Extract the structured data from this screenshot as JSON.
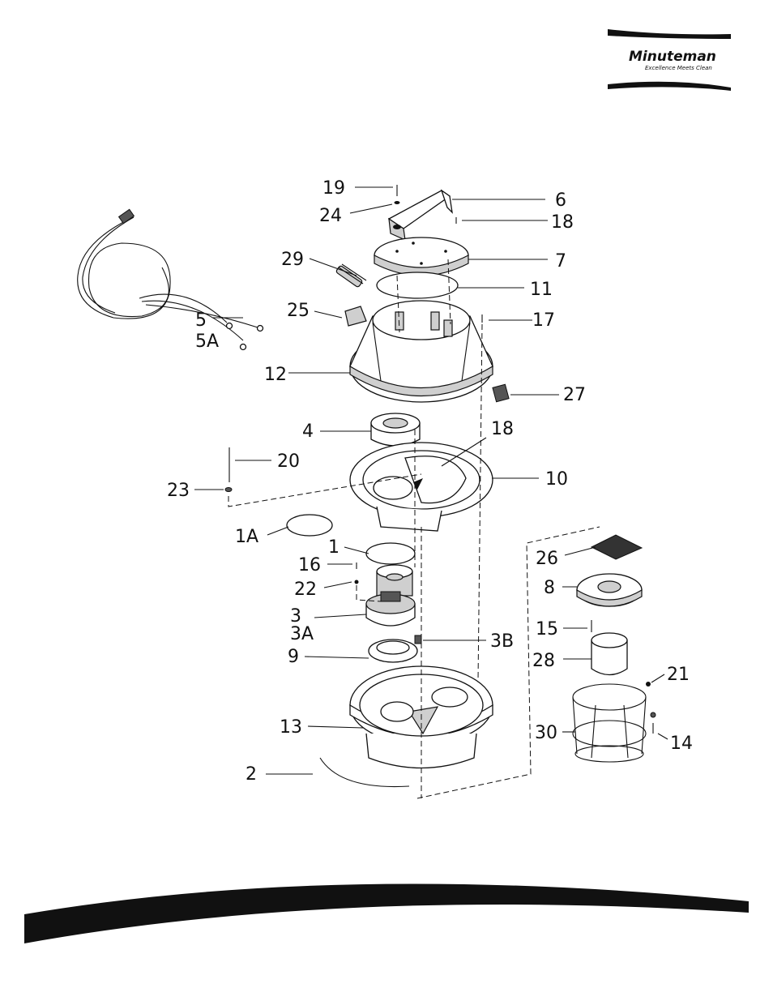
{
  "brand": {
    "name": "Minuteman",
    "tagline": "Excellence Meets Clean"
  },
  "callouts": [
    "19",
    "24",
    "6",
    "18",
    "29",
    "7",
    "11",
    "25",
    "17",
    "5",
    "5A",
    "12",
    "27",
    "4",
    "18",
    "20",
    "10",
    "23",
    "1A",
    "1",
    "16",
    "22",
    "3",
    "3A",
    "3B",
    "9",
    "13",
    "2",
    "26",
    "8",
    "15",
    "28",
    "21",
    "30",
    "14"
  ]
}
